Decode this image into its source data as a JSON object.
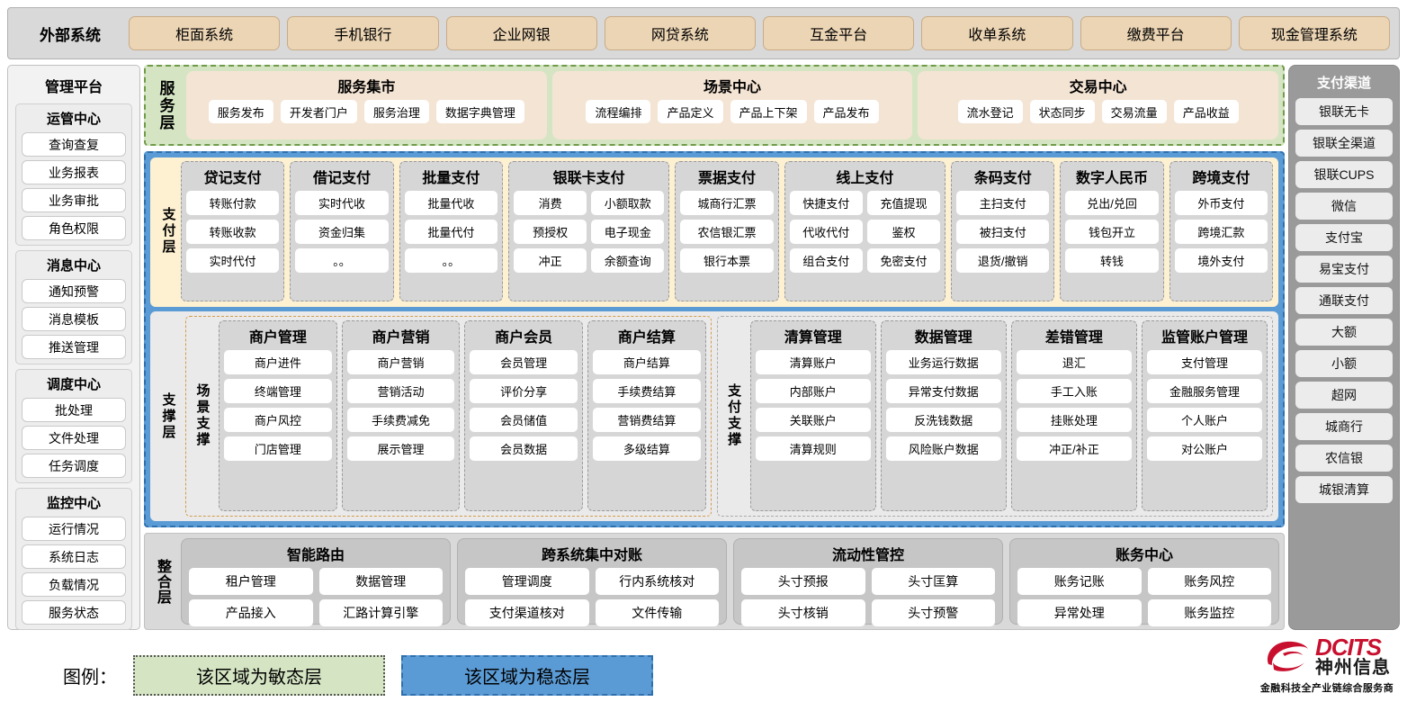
{
  "external": {
    "title": "外部系统",
    "items": [
      "柜面系统",
      "手机银行",
      "企业网银",
      "网贷系统",
      "互金平台",
      "收单系统",
      "缴费平台",
      "现金管理系统"
    ]
  },
  "left_rail": {
    "title": "管理平台",
    "groups": [
      {
        "title": "运管中心",
        "items": [
          "查询查复",
          "业务报表",
          "业务审批",
          "角色权限"
        ]
      },
      {
        "title": "消息中心",
        "items": [
          "通知预警",
          "消息模板",
          "推送管理"
        ]
      },
      {
        "title": "调度中心",
        "items": [
          "批处理",
          "文件处理",
          "任务调度"
        ]
      },
      {
        "title": "监控中心",
        "items": [
          "运行情况",
          "系统日志",
          "负载情况",
          "服务状态"
        ]
      }
    ]
  },
  "right_rail": {
    "title": "支付渠道",
    "items": [
      "银联无卡",
      "银联全渠道",
      "银联CUPS",
      "微信",
      "支付宝",
      "易宝支付",
      "通联支付",
      "大额",
      "小额",
      "超网",
      "城商行",
      "农信银",
      "城银清算"
    ]
  },
  "service_layer": {
    "label": "服务层",
    "cards": [
      {
        "title": "服务集市",
        "items": [
          "服务发布",
          "开发者门户",
          "服务治理",
          "数据字典管理"
        ]
      },
      {
        "title": "场景中心",
        "items": [
          "流程编排",
          "产品定义",
          "产品上下架",
          "产品发布"
        ]
      },
      {
        "title": "交易中心",
        "items": [
          "流水登记",
          "状态同步",
          "交易流量",
          "产品收益"
        ]
      }
    ]
  },
  "payment_layer": {
    "label": "支付层",
    "columns": [
      {
        "title": "贷记支付",
        "cols": 1,
        "items": [
          "转账付款",
          "转账收款",
          "实时代付"
        ]
      },
      {
        "title": "借记支付",
        "cols": 1,
        "items": [
          "实时代收",
          "资金归集",
          "。。"
        ]
      },
      {
        "title": "批量支付",
        "cols": 1,
        "items": [
          "批量代收",
          "批量代付",
          "。。"
        ]
      },
      {
        "title": "银联卡支付",
        "cols": 2,
        "items": [
          "消费",
          "小额取款",
          "预授权",
          "电子现金",
          "冲正",
          "余额查询"
        ]
      },
      {
        "title": "票据支付",
        "cols": 1,
        "items": [
          "城商行汇票",
          "农信银汇票",
          "银行本票"
        ]
      },
      {
        "title": "线上支付",
        "cols": 2,
        "items": [
          "快捷支付",
          "充值提现",
          "代收代付",
          "鉴权",
          "组合支付",
          "免密支付"
        ]
      },
      {
        "title": "条码支付",
        "cols": 1,
        "items": [
          "主扫支付",
          "被扫支付",
          "退货/撤销"
        ]
      },
      {
        "title": "数字人民币",
        "cols": 1,
        "items": [
          "兑出/兑回",
          "钱包开立",
          "转钱"
        ]
      },
      {
        "title": "跨境支付",
        "cols": 1,
        "items": [
          "外币支付",
          "跨境汇款",
          "境外支付"
        ]
      }
    ]
  },
  "support_layer": {
    "label": "支撑层",
    "groups": [
      {
        "label": "场景支撑",
        "columns": [
          {
            "title": "商户管理",
            "items": [
              "商户进件",
              "终端管理",
              "商户风控",
              "门店管理"
            ]
          },
          {
            "title": "商户营销",
            "items": [
              "商户营销",
              "营销活动",
              "手续费减免",
              "展示管理"
            ]
          },
          {
            "title": "商户会员",
            "items": [
              "会员管理",
              "评价分享",
              "会员储值",
              "会员数据"
            ]
          },
          {
            "title": "商户结算",
            "items": [
              "商户结算",
              "手续费结算",
              "营销费结算",
              "多级结算"
            ]
          }
        ]
      },
      {
        "label": "支付支撑",
        "columns": [
          {
            "title": "清算管理",
            "items": [
              "清算账户",
              "内部账户",
              "关联账户",
              "清算规则"
            ]
          },
          {
            "title": "数据管理",
            "items": [
              "业务运行数据",
              "异常支付数据",
              "反洗钱数据",
              "风险账户数据"
            ]
          },
          {
            "title": "差错管理",
            "items": [
              "退汇",
              "手工入账",
              "挂账处理",
              "冲正/补正"
            ]
          },
          {
            "title": "监管账户管理",
            "items": [
              "支付管理",
              "金融服务管理",
              "个人账户",
              "对公账户"
            ]
          }
        ]
      }
    ]
  },
  "integration_layer": {
    "label": "整合层",
    "cards": [
      {
        "title": "智能路由",
        "items": [
          "租户管理",
          "数据管理",
          "产品接入",
          "汇路计算引擎"
        ]
      },
      {
        "title": "跨系统集中对账",
        "items": [
          "管理调度",
          "行内系统核对",
          "支付渠道核对",
          "文件传输"
        ]
      },
      {
        "title": "流动性管控",
        "items": [
          "头寸预报",
          "头寸匡算",
          "头寸核销",
          "头寸预警"
        ]
      },
      {
        "title": "账务中心",
        "items": [
          "账务记账",
          "账务风控",
          "异常处理",
          "账务监控"
        ]
      }
    ]
  },
  "legend": {
    "label": "图例：",
    "agile": "该区域为敏态层",
    "stable": "该区域为稳态层"
  },
  "logo": {
    "en": "DCITS",
    "cn": "神州信息",
    "tagline": "金融科技全产业链综合服务商"
  },
  "colors": {
    "agile_green": "#d5e5c3",
    "stable_blue": "#5b9bd5",
    "payment_yellow": "#fdf1d1",
    "external_chip": "#ecd5b4",
    "brand_red": "#c8102e"
  }
}
